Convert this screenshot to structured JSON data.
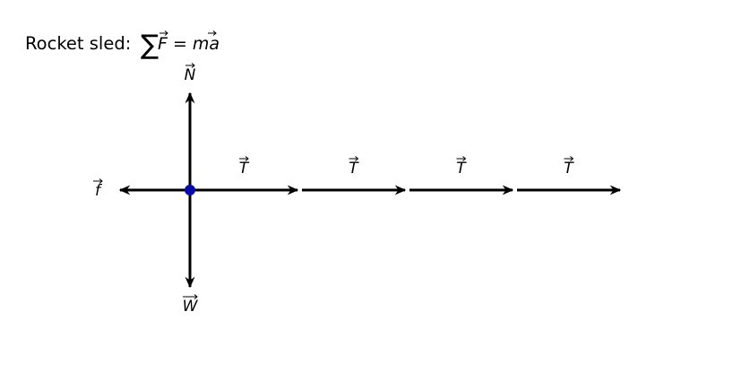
{
  "title": {
    "prefix": "Rocket sled: ",
    "sum_symbol": "∑",
    "equation": "F = ma"
  },
  "diagram": {
    "body_color": "#0a0aa8",
    "arrow_color": "#000000",
    "forces": [
      {
        "id": "normal",
        "label": "N",
        "direction": "up",
        "magnitude": 1
      },
      {
        "id": "weight",
        "label": "W",
        "direction": "down",
        "magnitude": 1
      },
      {
        "id": "friction",
        "label": "f",
        "direction": "left",
        "magnitude": 0.65
      },
      {
        "id": "thrust-1",
        "label": "T",
        "direction": "right",
        "magnitude": 1
      },
      {
        "id": "thrust-2",
        "label": "T",
        "direction": "right",
        "magnitude": 1
      },
      {
        "id": "thrust-3",
        "label": "T",
        "direction": "right",
        "magnitude": 1
      },
      {
        "id": "thrust-4",
        "label": "T",
        "direction": "right",
        "magnitude": 1
      }
    ]
  }
}
